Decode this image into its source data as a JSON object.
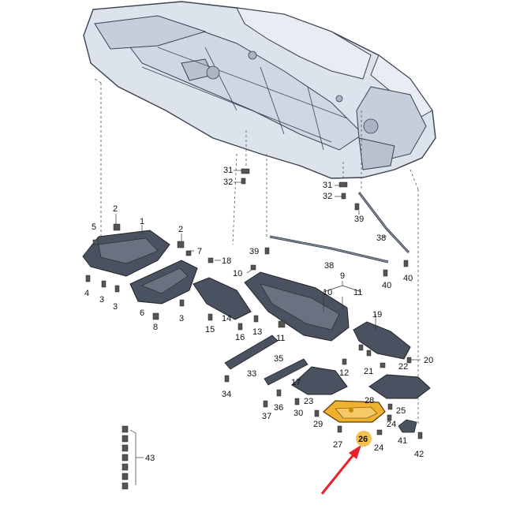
{
  "diagram": {
    "part_numbers": {
      "n1": "1",
      "n2a": "2",
      "n2b": "2",
      "n3a": "3",
      "n3b": "3",
      "n3c": "3",
      "n4": "4",
      "n5": "5",
      "n6": "6",
      "n7": "7",
      "n8": "8",
      "n9": "9",
      "n10a": "10",
      "n10b": "10",
      "n11a": "11",
      "n11b": "11",
      "n12": "12",
      "n13": "13",
      "n14": "14",
      "n15": "15",
      "n16": "16",
      "n17": "17",
      "n18": "18",
      "n19": "19",
      "n20": "20",
      "n21": "21",
      "n22": "22",
      "n23": "23",
      "n24a": "24",
      "n24b": "24",
      "n25": "25",
      "n26": "26",
      "n27": "27",
      "n28": "28",
      "n29": "29",
      "n30": "30",
      "n31a": "31",
      "n31b": "31",
      "n32a": "32",
      "n32b": "32",
      "n33": "33",
      "n34": "34",
      "n35": "35",
      "n36": "36",
      "n37": "37",
      "n38a": "38",
      "n38b": "38",
      "n39a": "39",
      "n39b": "39",
      "n40a": "40",
      "n40b": "40",
      "n41": "41",
      "n42": "42",
      "n43": "43"
    },
    "highlighted_part": "26",
    "colors": {
      "body_fill": "#dde3ec",
      "body_stroke": "#3a4250",
      "panel_fill": "#4a5160",
      "highlight_fill": "#f0b030",
      "highlight_circle": "#f2c14e",
      "arrow": "#e8202a"
    }
  }
}
